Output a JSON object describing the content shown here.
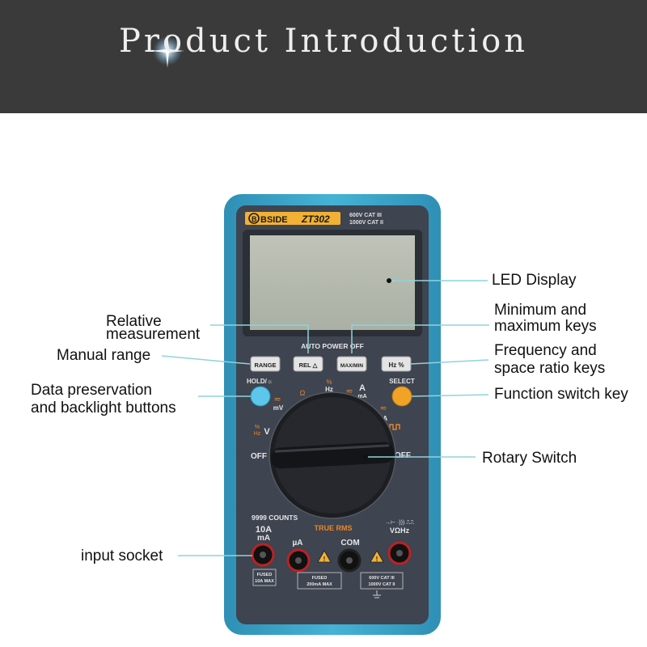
{
  "banner": {
    "title": "Product Introduction"
  },
  "device": {
    "brand": "BSIDE",
    "model": "ZT302",
    "rating_line1": "600V  CAT III",
    "rating_line2": "1000V  CAT II",
    "auto_power_off": "AUTO  POWER OFF",
    "btn_range": "RANGE",
    "btn_rel": "REL △",
    "btn_maxmin": "MAX/MIN",
    "btn_hz": "Hz %",
    "hold_label": "HOLD/☼",
    "select_label": "SELECT",
    "dial_ohm": "Ω",
    "dial_hz": "Hz",
    "dial_a": "A",
    "dial_ma": "mA",
    "dial_mv": "mV",
    "dial_ua": "µA",
    "dial_v": "V",
    "off_left": "OFF",
    "off_right": "OFF",
    "counts": "9999 COUNTS",
    "true_rms": "TRUE RMS",
    "socket_10a": "10A",
    "socket_ma": "mA",
    "socket_ua": "µA",
    "socket_com": "COM",
    "socket_v": "VΩHz",
    "fused_1a": "FUSED",
    "fused_1b": "10A MAX",
    "fused_2a": "FUSED",
    "fused_2b": "200mA MAX",
    "cat_1": "600V  CAT III",
    "cat_2": "1000V  CAT II"
  },
  "labels": {
    "led_display": "LED Display",
    "relative_1": "Relative",
    "relative_2": "measurement",
    "min_max_1": "Minimum and",
    "min_max_2": "maximum keys",
    "manual_range": "Manual range",
    "freq_1": "Frequency and",
    "freq_2": "space ratio keys",
    "data_pres_1": "Data preservation",
    "data_pres_2": "and backlight buttons",
    "function_switch": "Function switch key",
    "rotary_switch": "Rotary Switch",
    "input_socket": "input socket"
  },
  "colors": {
    "banner": "#3a3a3a",
    "body_blue": "#3aa3c8",
    "face": "#3e4450",
    "lcd": "#b7bcb0",
    "leader": "#8fd3dc",
    "hold_button": "#5cc7ea",
    "select_button": "#f0a326",
    "accent_orange": "#e8862a"
  }
}
